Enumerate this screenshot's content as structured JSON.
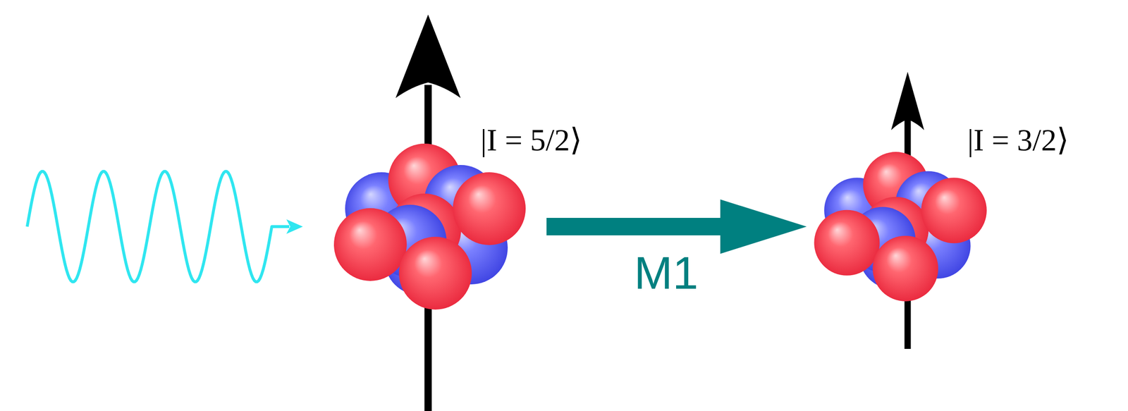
{
  "diagram": {
    "nodes": [
      {
        "text": [
          "|I = 5/2⟩"
        ]
      },
      {
        "text": [
          "|I = 3/2⟩"
        ]
      }
    ],
    "edges": [
      {
        "from": 0,
        "to": 1,
        "arrow": "to",
        "label": "M1"
      }
    ]
  }
}
